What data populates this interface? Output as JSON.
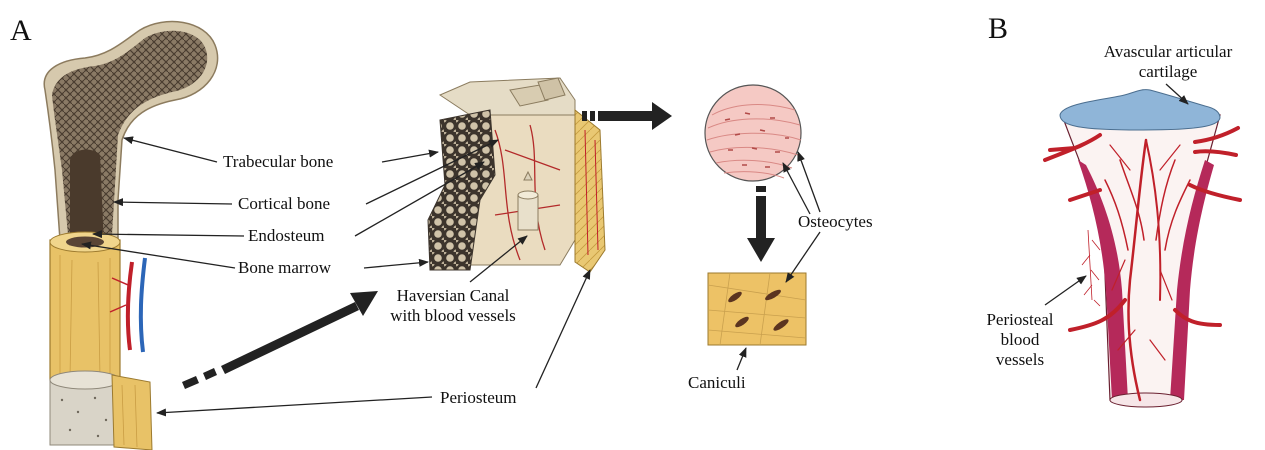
{
  "panels": {
    "a": "A",
    "b": "B"
  },
  "labels": {
    "trabecular": "Trabecular bone",
    "cortical": "Cortical bone",
    "endosteum": "Endosteum",
    "marrow": "Bone marrow",
    "haversian": [
      "Haversian Canal",
      "with blood vessels"
    ],
    "periosteum": "Periosteum",
    "osteocytes": "Osteocytes",
    "caniculi": "Caniculi",
    "cartilage": [
      "Avascular articular",
      "cartilage"
    ],
    "periosteal": [
      "Periosteal",
      "blood",
      "vessels"
    ]
  },
  "colors": {
    "bone_shaft": "#e8c267",
    "bone_light": "#f3deb0",
    "trabecular": "#7a6a55",
    "marrow": "#5a4535",
    "vessel_red": "#c0202a",
    "vessel_blue": "#2c66b8",
    "cartilage": "#8fb5d8",
    "osteocyte_pink": "#f2b3b0",
    "arrow": "#222222"
  }
}
